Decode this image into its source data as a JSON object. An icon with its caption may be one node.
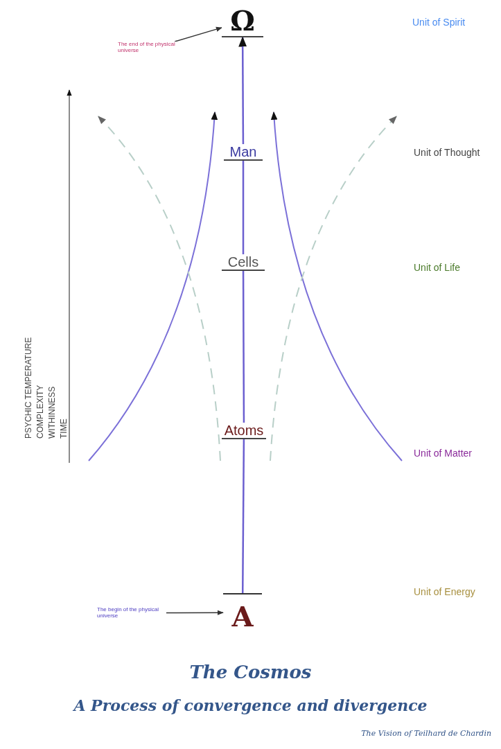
{
  "diagram": {
    "title": "The Cosmos",
    "caption": "A Process of convergence and divergence",
    "nodes": [
      {
        "text": [
          "Ω"
        ]
      },
      {
        "text": [
          "The end of the physical universe"
        ]
      },
      {
        "text": [
          "Man"
        ]
      },
      {
        "text": [
          "Cells"
        ]
      },
      {
        "text": [
          "Atoms"
        ]
      },
      {
        "text": [
          "The begin of the physical universe"
        ]
      },
      {
        "text": [
          "A"
        ]
      }
    ],
    "edges": [
      {
        "from": 1,
        "to": 0,
        "arrow": "to",
        "color": "#333333"
      },
      {
        "from": 5,
        "to": 6,
        "arrow": "to",
        "color": "#333333"
      },
      {
        "from": 6,
        "to": 4,
        "arrow": "none"
      },
      {
        "from": 4,
        "to": 3,
        "arrow": "none"
      },
      {
        "from": 3,
        "to": 2,
        "arrow": "none"
      },
      {
        "from": 2,
        "to": 0,
        "arrow": "to"
      }
    ],
    "labels": [
      "Unit of Spirit",
      "Unit of Thought",
      "Unit of Life",
      "Unit of Matter",
      "Unit of Energy",
      "PSYCHIC TEMPERATURE",
      "COMPLEXITY",
      "WITHINNESS",
      "TIME",
      "The Vision of Teilhard de Chardin"
    ]
  }
}
